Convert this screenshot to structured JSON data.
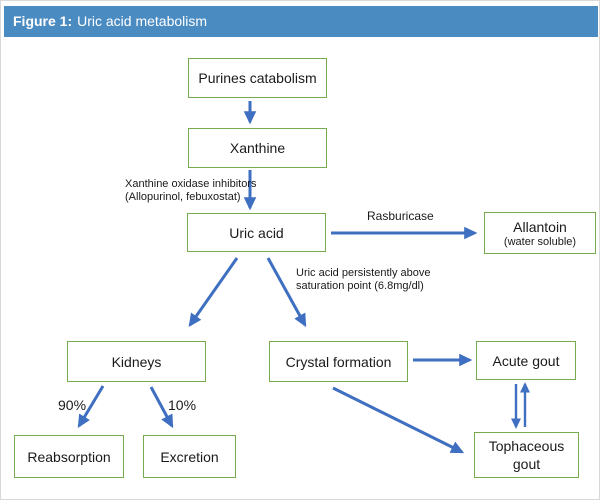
{
  "header": {
    "label": "Figure 1:",
    "title": "Uric acid metabolism"
  },
  "colors": {
    "header_bg": "#4a8bc2",
    "box_border": "#76ab4f",
    "arrow": "#3f6fc0",
    "box_text": "#1a1a1a"
  },
  "nodes": {
    "purines": "Purines catabolism",
    "xanthine": "Xanthine",
    "uric": "Uric acid",
    "allantoin": "Allantoin",
    "allantoin_sub": "(water soluble)",
    "kidneys": "Kidneys",
    "crystal": "Crystal formation",
    "acute": "Acute gout",
    "reabsorption": "Reabsorption",
    "excretion": "Excretion",
    "tophaceous_line1": "Tophaceous",
    "tophaceous_line2": "gout"
  },
  "annotations": {
    "xo_inhibitors_line1": "Xanthine oxidase inhibitors",
    "xo_inhibitors_line2": "(Allopurinol, febuxostat)",
    "rasburicase": "Rasburicase",
    "saturation_line1": "Uric acid persistently above",
    "saturation_line2": "saturation point (6.8mg/dl)",
    "pct_90": "90%",
    "pct_10": "10%"
  },
  "edges": [
    {
      "from": "purines",
      "to": "xanthine"
    },
    {
      "from": "xanthine",
      "to": "uric",
      "label": "Xanthine oxidase inhibitors (Allopurinol, febuxostat)"
    },
    {
      "from": "uric",
      "to": "allantoin",
      "label": "Rasburicase"
    },
    {
      "from": "uric",
      "to": "kidneys"
    },
    {
      "from": "uric",
      "to": "crystal",
      "label": "Uric acid persistently above saturation point (6.8mg/dl)"
    },
    {
      "from": "kidneys",
      "to": "reabsorption",
      "label": "90%"
    },
    {
      "from": "kidneys",
      "to": "excretion",
      "label": "10%"
    },
    {
      "from": "crystal",
      "to": "acute"
    },
    {
      "from": "crystal",
      "to": "tophaceous"
    },
    {
      "from": "acute",
      "to": "tophaceous"
    },
    {
      "from": "tophaceous",
      "to": "acute"
    }
  ]
}
